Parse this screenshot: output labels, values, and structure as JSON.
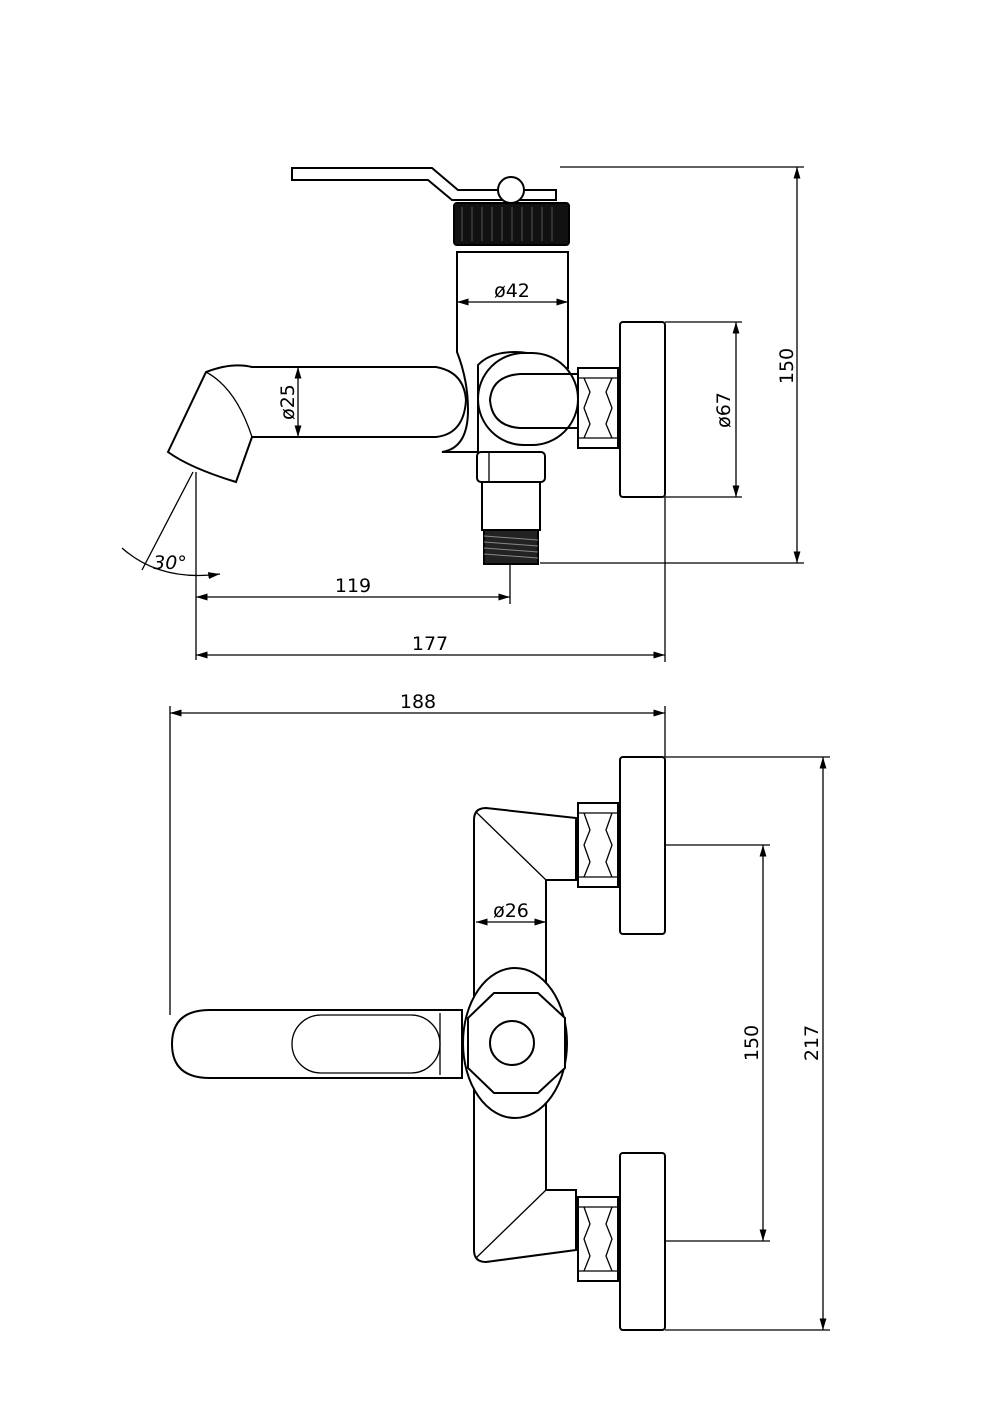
{
  "side_view": {
    "dim_body_diameter": "ø42",
    "dim_spout_diameter": "ø25",
    "dim_flange_diameter": "ø67",
    "dim_height": "150",
    "dim_angle": "30°",
    "dim_spout_reach": "119",
    "dim_overall_depth": "177"
  },
  "top_view": {
    "dim_overall_length": "188",
    "dim_pipe_diameter": "ø26",
    "dim_center_distance": "150",
    "dim_overall_width": "217"
  },
  "colors": {
    "line": "#000000",
    "background": "#ffffff",
    "cartridge": "#111111"
  }
}
